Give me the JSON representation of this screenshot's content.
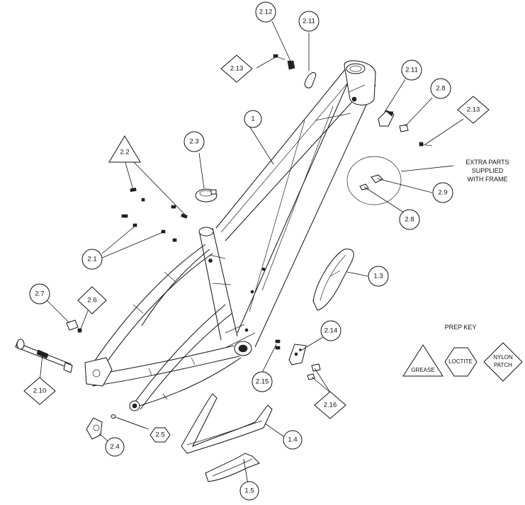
{
  "callouts": {
    "c2_12": "2.12",
    "c2_11_top": "2.11",
    "c2_13_top": "2.13",
    "c2_11_right": "2.11",
    "c2_8_top": "2.8",
    "c2_13_right": "2.13",
    "c1": "1",
    "c2_2": "2.2",
    "c2_3": "2.3",
    "c2_9": "2.9",
    "c2_8_low": "2.8",
    "c2_1": "2.1",
    "c1_3": "1.3",
    "c2_7": "2.7",
    "c2_6": "2.6",
    "c2_14": "2.14",
    "c2_15": "2.15",
    "c2_16": "2.16",
    "c2_10": "2.10",
    "c2_5": "2.5",
    "c2_4": "2.4",
    "c1_4": "1.4",
    "c1_5": "1.5"
  },
  "extra_parts": {
    "line1": "EXTRA PARTS",
    "line2": "SUPPLIED",
    "line3": "WITH FRAME"
  },
  "prep_key": {
    "title": "PREP KEY",
    "grease": "GREASE",
    "loctite": "LOCTITE",
    "nylon_line1": "NYLON",
    "nylon_line2": "PATCH"
  }
}
